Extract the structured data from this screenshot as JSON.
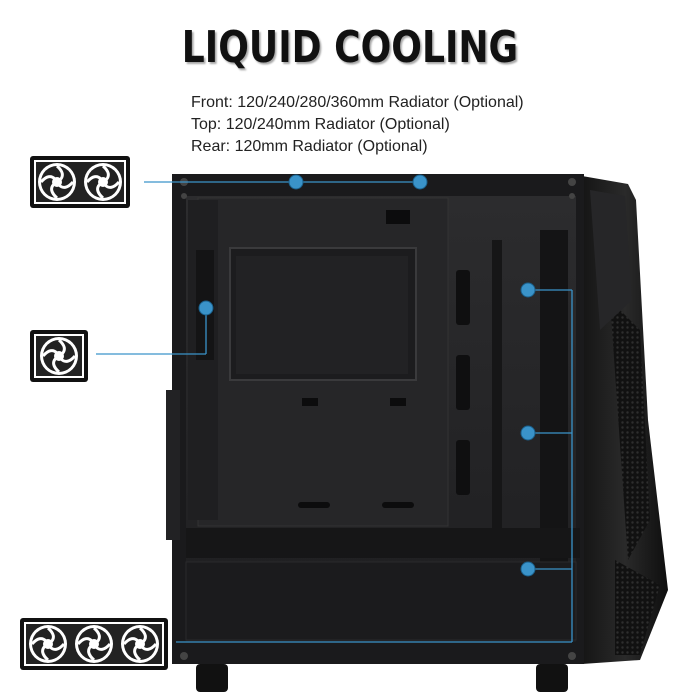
{
  "title": "LIQUID COOLING",
  "specs": [
    "Front: 120/240/280/360mm Radiator (Optional)",
    "Top: 120/240mm Radiator (Optional)",
    "Rear: 120mm Radiator (Optional)"
  ],
  "colors": {
    "accent": "#3a93c9",
    "case": "#1c1c1e",
    "background": "#ffffff"
  },
  "radiators": {
    "top": {
      "icon": "dual-fan-radiator-icon",
      "fans": 2
    },
    "rear": {
      "icon": "single-fan-radiator-icon",
      "fans": 1
    },
    "front": {
      "icon": "triple-fan-radiator-icon",
      "fans": 3
    }
  }
}
